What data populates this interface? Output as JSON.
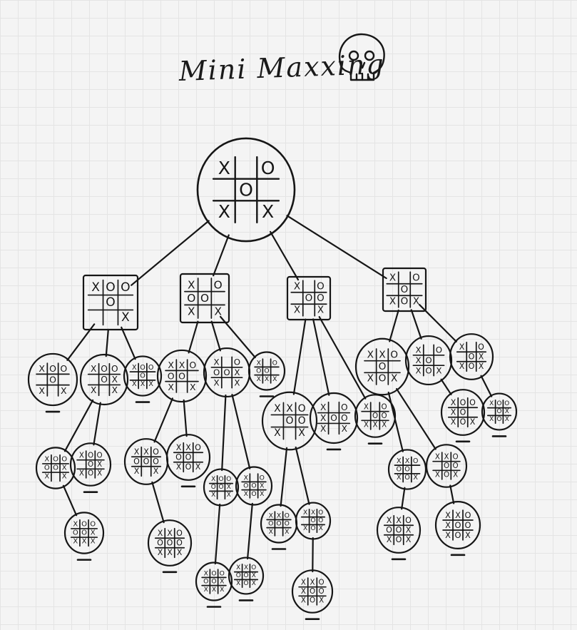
{
  "title": "Mini Maxxing",
  "colors": {
    "ink": "#161616",
    "paper": "#f4f4f4",
    "grid": "#e4e4e4"
  },
  "icons": [
    "skull-icon"
  ],
  "tree": {
    "root": {
      "id": "root",
      "board": [
        "X",
        "",
        "O",
        "",
        "O",
        "",
        "X",
        "",
        "X"
      ]
    },
    "nodes": [
      {
        "id": "a",
        "parent": "root",
        "board": [
          "X",
          "O",
          "O",
          "",
          "O",
          "",
          "",
          "",
          "X"
        ]
      },
      {
        "id": "b",
        "parent": "root",
        "board": [
          "X",
          "",
          "O",
          "O",
          "O",
          "",
          "X",
          "",
          "X"
        ]
      },
      {
        "id": "c",
        "parent": "root",
        "board": [
          "X",
          "",
          "O",
          "",
          "O",
          "O",
          "X",
          "",
          "X"
        ]
      },
      {
        "id": "d",
        "parent": "root",
        "board": [
          "X",
          "",
          "O",
          "",
          "O",
          "",
          "X",
          "O",
          "X"
        ]
      },
      {
        "id": "a1",
        "parent": "a",
        "board": [
          "X",
          "O",
          "O",
          "",
          "O",
          "",
          "X",
          "",
          "X"
        ]
      },
      {
        "id": "a2",
        "parent": "a",
        "board": [
          "X",
          "O",
          "O",
          "",
          "O",
          "X",
          "X",
          "",
          "X"
        ]
      },
      {
        "id": "a3",
        "parent": "a",
        "board": [
          "X",
          "O",
          "O",
          "",
          "O",
          "",
          "X",
          "X",
          "X"
        ]
      },
      {
        "id": "b1",
        "parent": "b",
        "board": [
          "X",
          "X",
          "O",
          "O",
          "O",
          "",
          "X",
          "",
          "X"
        ]
      },
      {
        "id": "b2",
        "parent": "b",
        "board": [
          "X",
          "",
          "O",
          "O",
          "O",
          "X",
          "X",
          "",
          "X"
        ]
      },
      {
        "id": "b3",
        "parent": "b",
        "board": [
          "X",
          "",
          "O",
          "O",
          "O",
          "",
          "X",
          "X",
          "X"
        ]
      },
      {
        "id": "c1",
        "parent": "c",
        "board": [
          "X",
          "X",
          "O",
          "",
          "O",
          "O",
          "X",
          "",
          "X"
        ]
      },
      {
        "id": "c2",
        "parent": "c",
        "board": [
          "X",
          "",
          "O",
          "X",
          "O",
          "O",
          "X",
          "",
          "X"
        ]
      },
      {
        "id": "c3",
        "parent": "c",
        "board": [
          "X",
          "",
          "O",
          "",
          "O",
          "O",
          "X",
          "X",
          "X"
        ]
      },
      {
        "id": "d1",
        "parent": "d",
        "board": [
          "X",
          "X",
          "O",
          "",
          "O",
          "",
          "X",
          "O",
          "X"
        ]
      },
      {
        "id": "d2",
        "parent": "d",
        "board": [
          "X",
          "",
          "O",
          "X",
          "O",
          "",
          "X",
          "O",
          "X"
        ]
      },
      {
        "id": "d3",
        "parent": "d",
        "board": [
          "X",
          "",
          "O",
          "",
          "O",
          "X",
          "X",
          "O",
          "X"
        ]
      },
      {
        "id": "a2a",
        "parent": "a2",
        "board": [
          "X",
          "O",
          "O",
          "O",
          "O",
          "X",
          "X",
          "",
          "X"
        ]
      },
      {
        "id": "a2b",
        "parent": "a2",
        "board": [
          "X",
          "O",
          "O",
          "",
          "O",
          "X",
          "X",
          "O",
          "X"
        ]
      },
      {
        "id": "b1a",
        "parent": "b1",
        "board": [
          "X",
          "X",
          "O",
          "O",
          "O",
          "O",
          "X",
          "",
          "X"
        ]
      },
      {
        "id": "b1b",
        "parent": "b1",
        "board": [
          "X",
          "X",
          "O",
          "O",
          "O",
          "",
          "X",
          "O",
          "X"
        ]
      },
      {
        "id": "b2a",
        "parent": "b2",
        "board": [
          "X",
          "O",
          "O",
          "O",
          "O",
          "X",
          "X",
          "",
          "X"
        ]
      },
      {
        "id": "b2b",
        "parent": "b2",
        "board": [
          "X",
          "",
          "O",
          "O",
          "O",
          "X",
          "X",
          "O",
          "X"
        ]
      },
      {
        "id": "c1a",
        "parent": "c1",
        "board": [
          "X",
          "X",
          "O",
          "O",
          "O",
          "O",
          "X",
          "",
          "X"
        ]
      },
      {
        "id": "c1b",
        "parent": "c1",
        "board": [
          "X",
          "X",
          "O",
          "",
          "O",
          "O",
          "X",
          "O",
          "X"
        ]
      },
      {
        "id": "d1a",
        "parent": "d1",
        "board": [
          "X",
          "X",
          "O",
          "O",
          "O",
          "",
          "X",
          "O",
          "X"
        ]
      },
      {
        "id": "d1b",
        "parent": "d1",
        "board": [
          "X",
          "X",
          "O",
          "",
          "O",
          "O",
          "X",
          "O",
          "X"
        ]
      },
      {
        "id": "d2a",
        "parent": "d2",
        "board": [
          "X",
          "O",
          "O",
          "X",
          "O",
          "",
          "X",
          "O",
          "X"
        ]
      },
      {
        "id": "d3a",
        "parent": "d3",
        "board": [
          "X",
          "O",
          "O",
          "",
          "O",
          "X",
          "X",
          "O",
          "X"
        ]
      },
      {
        "id": "a2a1",
        "parent": "a2a",
        "board": [
          "X",
          "O",
          "O",
          "O",
          "O",
          "X",
          "X",
          "X",
          "X"
        ]
      },
      {
        "id": "b1a1",
        "parent": "b1a",
        "board": [
          "X",
          "X",
          "O",
          "O",
          "O",
          "O",
          "X",
          "X",
          "X"
        ]
      },
      {
        "id": "b2a1",
        "parent": "b2a",
        "board": [
          "X",
          "O",
          "O",
          "O",
          "O",
          "X",
          "X",
          "X",
          "X"
        ]
      },
      {
        "id": "b2b1",
        "parent": "b2b",
        "board": [
          "X",
          "X",
          "O",
          "O",
          "O",
          "X",
          "X",
          "O",
          "X"
        ]
      },
      {
        "id": "c1b1",
        "parent": "c1b",
        "board": [
          "X",
          "X",
          "O",
          "X",
          "O",
          "O",
          "X",
          "O",
          "X"
        ]
      },
      {
        "id": "d1a1",
        "parent": "d1a",
        "board": [
          "X",
          "X",
          "O",
          "O",
          "O",
          "X",
          "X",
          "O",
          "X"
        ]
      },
      {
        "id": "d1b1",
        "parent": "d1b",
        "board": [
          "X",
          "X",
          "O",
          "X",
          "O",
          "O",
          "X",
          "O",
          "X"
        ]
      }
    ]
  }
}
